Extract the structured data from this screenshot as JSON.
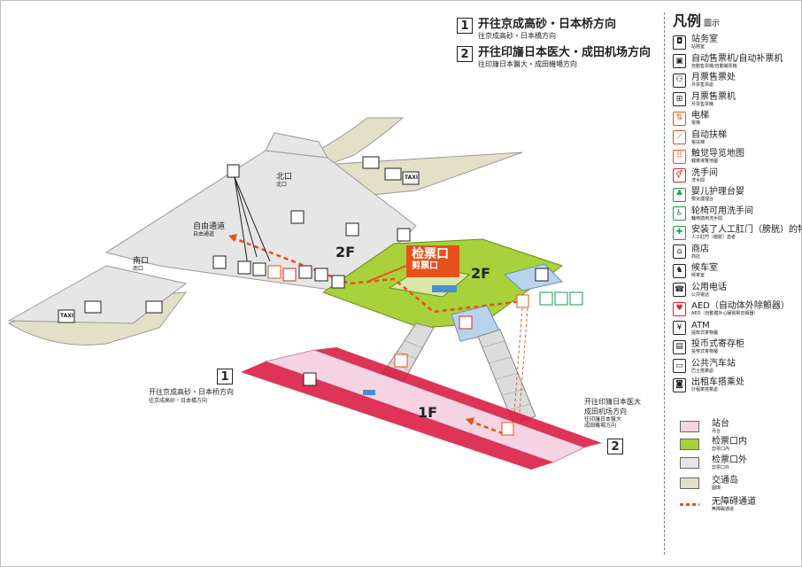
{
  "directions": [
    {
      "num": "1",
      "cn": "开往京成高砂・日本桥方向",
      "sub": "往京成高砂・日本橋方向"
    },
    {
      "num": "2",
      "cn": "开往印旛日本医大・成田机场方向",
      "sub": "往印旛日本醫大・成田機場方向"
    }
  ],
  "legend": {
    "title": "凡例",
    "title_sub": "圖示",
    "items": [
      {
        "icon": "station-office-icon",
        "glyph": "◘",
        "cn": "站务室",
        "sub": "站務室",
        "color": "#222222"
      },
      {
        "icon": "ticket-machine-icon",
        "glyph": "▣",
        "cn": "自动售票机/自动补票机",
        "sub": "自動售票機/自動補票機",
        "color": "#222222"
      },
      {
        "icon": "pass-office-icon",
        "glyph": "⚇",
        "cn": "月票售票处",
        "sub": "月票售票處",
        "color": "#222222"
      },
      {
        "icon": "pass-machine-icon",
        "glyph": "⊞",
        "cn": "月票售票机",
        "sub": "月票售票機",
        "color": "#222222"
      },
      {
        "icon": "elevator-icon",
        "glyph": "⇅",
        "cn": "电梯",
        "sub": "電梯",
        "color": "#e8501c"
      },
      {
        "icon": "escalator-icon",
        "glyph": "⟋",
        "cn": "自动扶梯",
        "sub": "電扶梯",
        "color": "#e8501c"
      },
      {
        "icon": "tactile-map-icon",
        "glyph": "⠿",
        "cn": "触觉导览地图",
        "sub": "觸覺導覽地圖",
        "color": "#e8501c"
      },
      {
        "icon": "restroom-icon",
        "glyph": "⚥",
        "cn": "洗手间",
        "sub": "洗手間",
        "color": "#e0202a"
      },
      {
        "icon": "baby-care-icon",
        "glyph": "♣",
        "cn": "婴儿护理台婴",
        "sub": "嬰兒護理台",
        "color": "#1a9a48"
      },
      {
        "icon": "accessible-toilet-icon",
        "glyph": "♿",
        "cn": "轮椅可用洗手间",
        "sub": "輪椅適用洗手間",
        "color": "#1a9a48"
      },
      {
        "icon": "ostomate-icon",
        "glyph": "✚",
        "cn": "安装了人工肛门（膀胱）的特殊人群",
        "sub": "人工肛門（膀胱）患者",
        "color": "#1a9a48"
      },
      {
        "icon": "shop-icon",
        "glyph": "⌂",
        "cn": "商店",
        "sub": "商店",
        "color": "#222222"
      },
      {
        "icon": "waiting-room-icon",
        "glyph": "♞",
        "cn": "候车室",
        "sub": "候車室",
        "color": "#222222"
      },
      {
        "icon": "phone-icon",
        "glyph": "☎",
        "cn": "公用电话",
        "sub": "公共電話",
        "color": "#222222"
      },
      {
        "icon": "aed-icon",
        "glyph": "♥",
        "cn": "AED（自动体外除颤器）",
        "sub": "AED（自動體外心臟電擊去顫器）",
        "color": "#e0202a"
      },
      {
        "icon": "atm-icon",
        "glyph": "¥",
        "cn": "ATM",
        "sub": "提款式寄物櫃",
        "color": "#222222"
      },
      {
        "icon": "locker-icon",
        "glyph": "▤",
        "cn": "投币式寄存柜",
        "sub": "投幣式寄物櫃",
        "color": "#222222"
      },
      {
        "icon": "bus-stop-icon",
        "glyph": "▭",
        "cn": "公共汽车站",
        "sub": "巴士搭乘處",
        "color": "#222222"
      },
      {
        "icon": "taxi-icon",
        "glyph": "◙",
        "cn": "出租车搭乘处",
        "sub": "計程車搭乘處",
        "color": "#222222"
      }
    ]
  },
  "areas": [
    {
      "cn": "站台",
      "sub": "月台",
      "color": "#f6d3e2"
    },
    {
      "cn": "检票口内",
      "sub": "剪票口內",
      "color": "#a8d13c"
    },
    {
      "cn": "检票口外",
      "sub": "剪票口外",
      "color": "#e6e6e6"
    },
    {
      "cn": "交通岛",
      "sub": "圓環",
      "color": "#e4e0c8"
    },
    {
      "cn": "无障碍通道",
      "sub": "無障礙通道",
      "color": "#e8501c"
    }
  ],
  "map": {
    "north_exit": "北口",
    "north_exit_sub": "北口",
    "south_exit": "南口",
    "south_exit_sub": "南口",
    "free_passage": "自由通道",
    "free_passage_sub": "自由通道",
    "floor_2f": "2F",
    "floor_1f": "1F",
    "gate_cn": "检票口",
    "gate_sub": "剪票口",
    "taxi": "TAXI",
    "left_dir": {
      "num": "1",
      "cn": "开往京成高砂・日本桥方向",
      "sub": "往京成高砂・日本橋方向"
    },
    "right_dir": {
      "num": "2",
      "cn": "开往印旛日本医大",
      "cn2": "成田机场方向",
      "sub": "往印旛日本醫大",
      "sub2": "成田機場方向"
    }
  },
  "colors": {
    "platform": "#f6d3e2",
    "paid_area": "#a8d13c",
    "free_area": "#e6e6e6",
    "rotary": "#e4e0c8",
    "accent": "#e8501c",
    "track": "#d8103a",
    "facility_blue": "#b8d4ec"
  }
}
